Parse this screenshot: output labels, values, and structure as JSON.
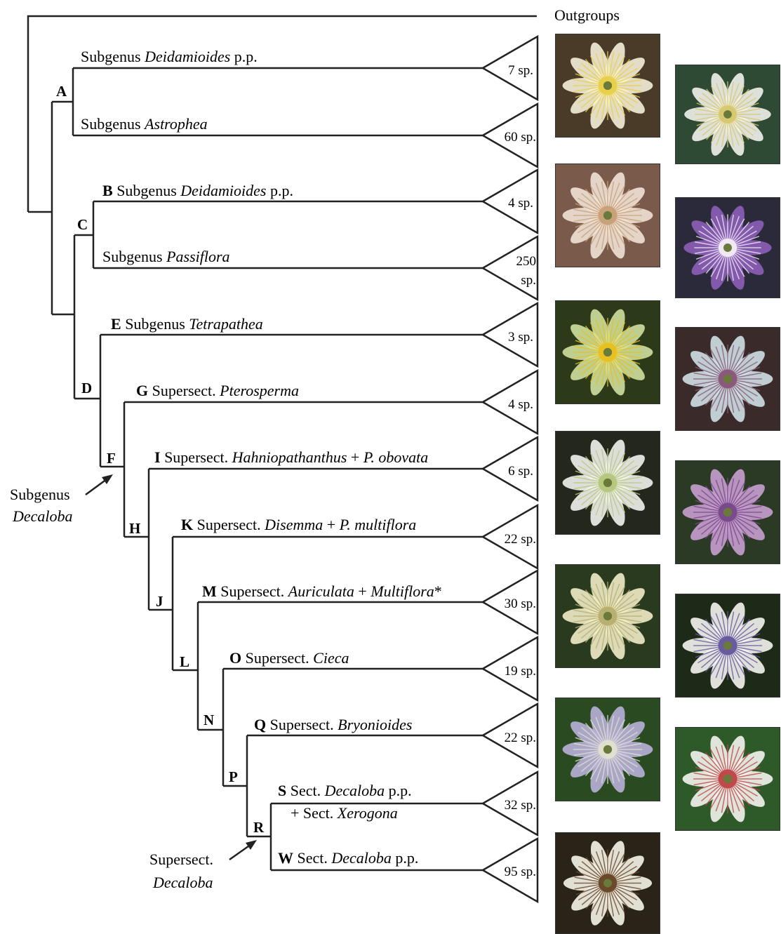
{
  "outgroups": "Outgroups",
  "clades": [
    {
      "id": "A-top",
      "node": "",
      "prefix": "Subgenus ",
      "name": "Deidamioides",
      "suffix": " p.p.",
      "count": "7 sp."
    },
    {
      "id": "A-bot",
      "node": "",
      "prefix": "Subgenus ",
      "name": "Astrophea",
      "suffix": "",
      "count": "60 sp."
    },
    {
      "id": "B",
      "node": "B",
      "prefix": " Subgenus ",
      "name": "Deidamioides",
      "suffix": " p.p.",
      "count": "4 sp."
    },
    {
      "id": "C-bot",
      "node": "",
      "prefix": "Subgenus ",
      "name": "Passiflora",
      "suffix": "",
      "count": "250",
      "count2": "sp."
    },
    {
      "id": "E",
      "node": "E",
      "prefix": " Subgenus ",
      "name": "Tetrapathea",
      "suffix": "",
      "count": "3 sp."
    },
    {
      "id": "G",
      "node": "G",
      "prefix": " Supersect. ",
      "name": "Pterosperma",
      "suffix": "",
      "count": "4 sp."
    },
    {
      "id": "I",
      "node": "I",
      "prefix": " Supersect. ",
      "name": "Hahniopathanthus",
      "suffix": " + ",
      "name2": "P. obovata",
      "count": "6 sp."
    },
    {
      "id": "K",
      "node": "K",
      "prefix": " Supersect. ",
      "name": "Disemma",
      "suffix": " + ",
      "name2": "P. multiflora",
      "count": "22 sp."
    },
    {
      "id": "M",
      "node": "M",
      "prefix": " Supersect. ",
      "name": "Auriculata",
      "suffix": " + ",
      "name2": "Multiflora",
      "suffix2": "*",
      "count": "30 sp."
    },
    {
      "id": "O",
      "node": "O",
      "prefix": " Supersect. ",
      "name": "Cieca",
      "suffix": "",
      "count": "19 sp."
    },
    {
      "id": "Q",
      "node": "Q",
      "prefix": " Supersect. ",
      "name": "Bryonioides",
      "suffix": "",
      "count": "22 sp."
    },
    {
      "id": "S",
      "node": "S",
      "prefix": " Sect. ",
      "name": "Decaloba",
      "suffix": " p.p.",
      "line2_prefix": "+ Sect. ",
      "line2_name": "Xerogona",
      "count": "32 sp."
    },
    {
      "id": "W",
      "node": "W",
      "prefix": " Sect. ",
      "name": "Decaloba",
      "suffix": " p.p.",
      "count": "95 sp."
    }
  ],
  "nodes": [
    "A",
    "C",
    "D",
    "F",
    "H",
    "J",
    "L",
    "N",
    "P",
    "R"
  ],
  "annotations": {
    "subgenus_line1": "Subgenus",
    "subgenus_line2": "Decaloba",
    "supersect_line1": "Supersect.",
    "supersect_line2": "Decaloba"
  },
  "photos": [
    {
      "subject": "passiflora-flower-cream-filaments",
      "petal": "#f4f0d8",
      "corona": "#e8d04a",
      "bg": "#4a3a28"
    },
    {
      "subject": "passiflora-flower-white-bell",
      "petal": "#f2f2ec",
      "corona": "#d8c870",
      "bg": "#2e4a34"
    },
    {
      "subject": "passiflora-flower-pink-fringed",
      "petal": "#efe2d6",
      "corona": "#c9a27a",
      "bg": "#7a5a4a"
    },
    {
      "subject": "passiflora-flower-purple-ringed",
      "petal": "#8d5fb8",
      "corona": "#f0e8f4",
      "bg": "#2a2a3a"
    },
    {
      "subject": "passiflora-flower-green-yellow",
      "petal": "#cfe0a0",
      "corona": "#e8c020",
      "bg": "#2c3a1a"
    },
    {
      "subject": "passiflora-flower-pale-blue",
      "petal": "#cfe0e4",
      "corona": "#8a5a7a",
      "bg": "#3a2a2a"
    },
    {
      "subject": "passiflora-flower-white-green-center",
      "petal": "#f2f2ee",
      "corona": "#b8c880",
      "bg": "#24281c"
    },
    {
      "subject": "passiflora-flower-lilac-fringed",
      "petal": "#c8a0d0",
      "corona": "#7a4a8a",
      "bg": "#2a3a24"
    },
    {
      "subject": "passiflora-flower-cream-wavy",
      "petal": "#f0ecc8",
      "corona": "#b8b070",
      "bg": "#2a3a1e"
    },
    {
      "subject": "passiflora-flower-white-star-purple",
      "petal": "#f4f4f0",
      "corona": "#6a5aa0",
      "bg": "#1e2a18"
    },
    {
      "subject": "passiflora-flower-lavender-filaments",
      "petal": "#b8b0d8",
      "corona": "#e0e0d0",
      "bg": "#2a4a22"
    },
    {
      "subject": "passiflora-flower-white-star-red",
      "petal": "#f4f4f0",
      "corona": "#c04a4a",
      "bg": "#2e5a2a"
    },
    {
      "subject": "passiflora-flower-white-star-dark",
      "petal": "#f6f4ea",
      "corona": "#6a4a2a",
      "bg": "#2a2418"
    }
  ]
}
